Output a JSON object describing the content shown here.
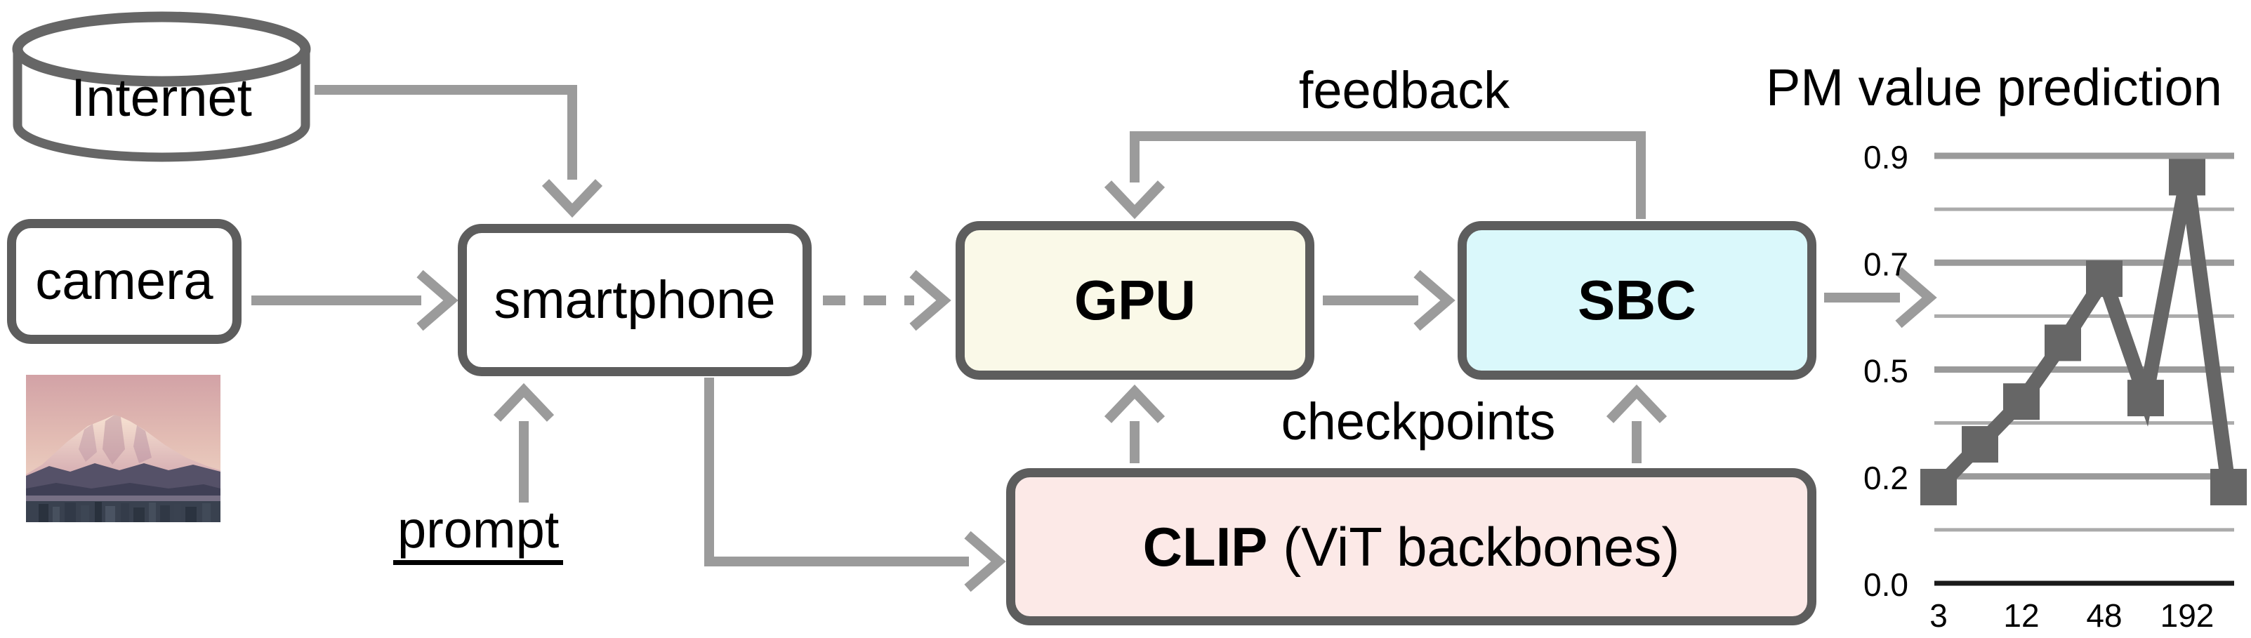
{
  "diagram": {
    "nodes": {
      "internet": {
        "label": "Internet"
      },
      "camera": {
        "label": "camera"
      },
      "smartphone": {
        "label": "smartphone"
      },
      "gpu": {
        "label": "GPU"
      },
      "sbc": {
        "label": "SBC"
      },
      "clip": {
        "label_bold": "CLIP",
        "label_rest": "(ViT backbones)"
      }
    },
    "edge_labels": {
      "feedback": "feedback",
      "checkpoints": "checkpoints",
      "prompt": "prompt"
    },
    "colors": {
      "gpu_fill": "#FAF9E8",
      "sbc_fill": "#DAF8FB",
      "clip_fill": "#FCE9E7",
      "box_border": "#5d5d5d",
      "arrow": "#9b9b9b",
      "chart_line": "#666666"
    }
  },
  "chart_data": {
    "type": "line",
    "title": "PM value prediction",
    "x": [
      3,
      6,
      12,
      24,
      48,
      96,
      192,
      384
    ],
    "x_tick_labels": [
      "3",
      "12",
      "48",
      "192"
    ],
    "values": [
      0.18,
      0.29,
      0.41,
      0.55,
      0.67,
      0.42,
      0.86,
      0.18
    ],
    "y_tick_labels": [
      "0.9",
      "0.7",
      "0.5",
      "0.2",
      "0.0"
    ],
    "ylim": [
      0.0,
      0.95
    ],
    "xscale": "log2",
    "grid": true,
    "legend": false,
    "marker": "square",
    "xlabel": "",
    "ylabel": ""
  }
}
